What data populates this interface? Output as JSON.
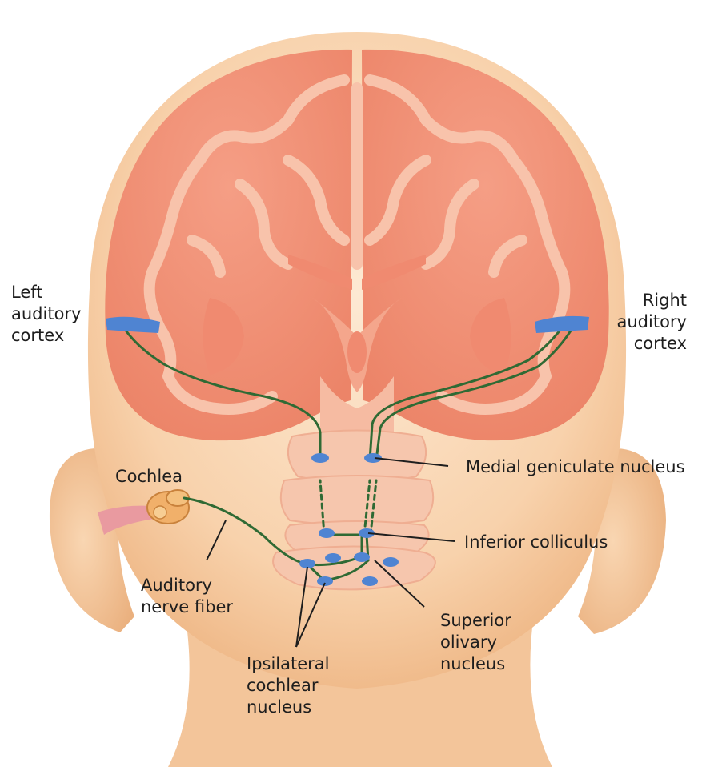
{
  "labels": {
    "left_auditory_cortex": [
      "Left",
      "auditory",
      "cortex"
    ],
    "right_auditory_cortex": [
      "Right",
      "auditory",
      "cortex"
    ],
    "cochlea": "Cochlea",
    "medial_geniculate_nucleus": "Medial geniculate nucleus",
    "inferior_colliculus": "Inferior colliculus",
    "auditory_nerve_fiber": [
      "Auditory",
      "nerve fiber"
    ],
    "superior_olivary_nucleus": [
      "Superior",
      "olivary",
      "nucleus"
    ],
    "ipsilateral_cochlear_nucleus": [
      "Ipsilateral",
      "cochlear",
      "nucleus"
    ]
  },
  "colors": {
    "skin_light": "#fbe2c6",
    "skin_dark": "#eeb889",
    "brain": "#f2937a",
    "brain_dark": "#e27a60",
    "white_matter": "#f8c3ab",
    "nucleus_blue": "#4f84d2",
    "pathway_green": "#2f6a34",
    "brainstem": "#f6c6ad"
  }
}
